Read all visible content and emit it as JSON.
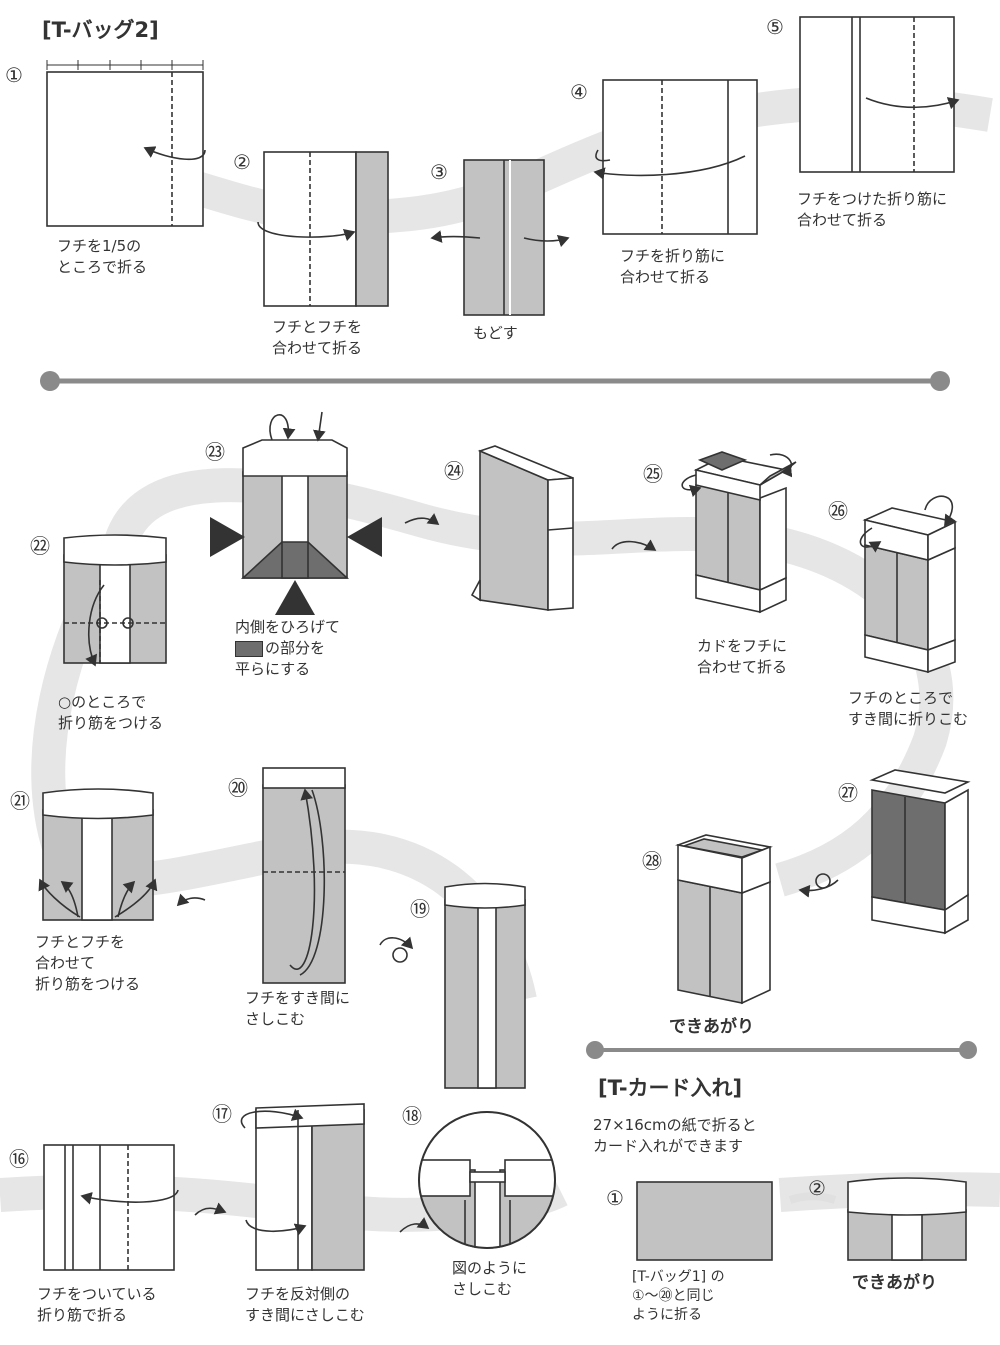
{
  "bag_title": "[T-バッグ2]",
  "card_title": "[T-カード入れ]",
  "card_intro": "27×16cmの紙で折ると\nカード入れができます",
  "steps": [
    {
      "num": "①",
      "text": "フチを1/5の\nところで折る"
    },
    {
      "num": "②",
      "text": "フチとフチを\n合わせて折る"
    },
    {
      "num": "③",
      "text": "もどす"
    },
    {
      "num": "④",
      "text": "フチを折り筋に\n合わせて折る"
    },
    {
      "num": "⑤",
      "text": "フチをつけた折り筋に\n合わせて折る"
    },
    {
      "num": "⑯",
      "text": "フチをついている\n折り筋で折る"
    },
    {
      "num": "⑰",
      "text": "フチを反対側の\nすき間にさしこむ"
    },
    {
      "num": "⑱",
      "text": "図のように\nさしこむ"
    },
    {
      "num": "⑲",
      "text": ""
    },
    {
      "num": "⑳",
      "text": "フチをすき間に\nさしこむ"
    },
    {
      "num": "㉑",
      "text": "フチとフチを\n合わせて\n折り筋をつける"
    },
    {
      "num": "㉒",
      "text": "○のところで\n折り筋をつける"
    },
    {
      "num": "㉓",
      "text": "内側をひろげて\n　　の部分を\n平らにする"
    },
    {
      "num": "㉔",
      "text": ""
    },
    {
      "num": "㉕",
      "text": "カドをフチに\n合わせて折る"
    },
    {
      "num": "㉖",
      "text": "フチのところで\nすき間に折りこむ"
    },
    {
      "num": "㉗",
      "text": ""
    },
    {
      "num": "㉘",
      "text": ""
    }
  ],
  "bag_done": "できあがり",
  "card_steps": [
    {
      "num": "①",
      "text": "[T-バッグ1] の\n①～⑳と同じ\nように折る"
    },
    {
      "num": "②",
      "text": ""
    }
  ],
  "card_done": "できあがり",
  "colors": {
    "fill": "#c2c2c2",
    "dark": "#6e6e6e",
    "band": "#e8e8e8",
    "line": "#333333",
    "rule": "#8a8a8a"
  }
}
